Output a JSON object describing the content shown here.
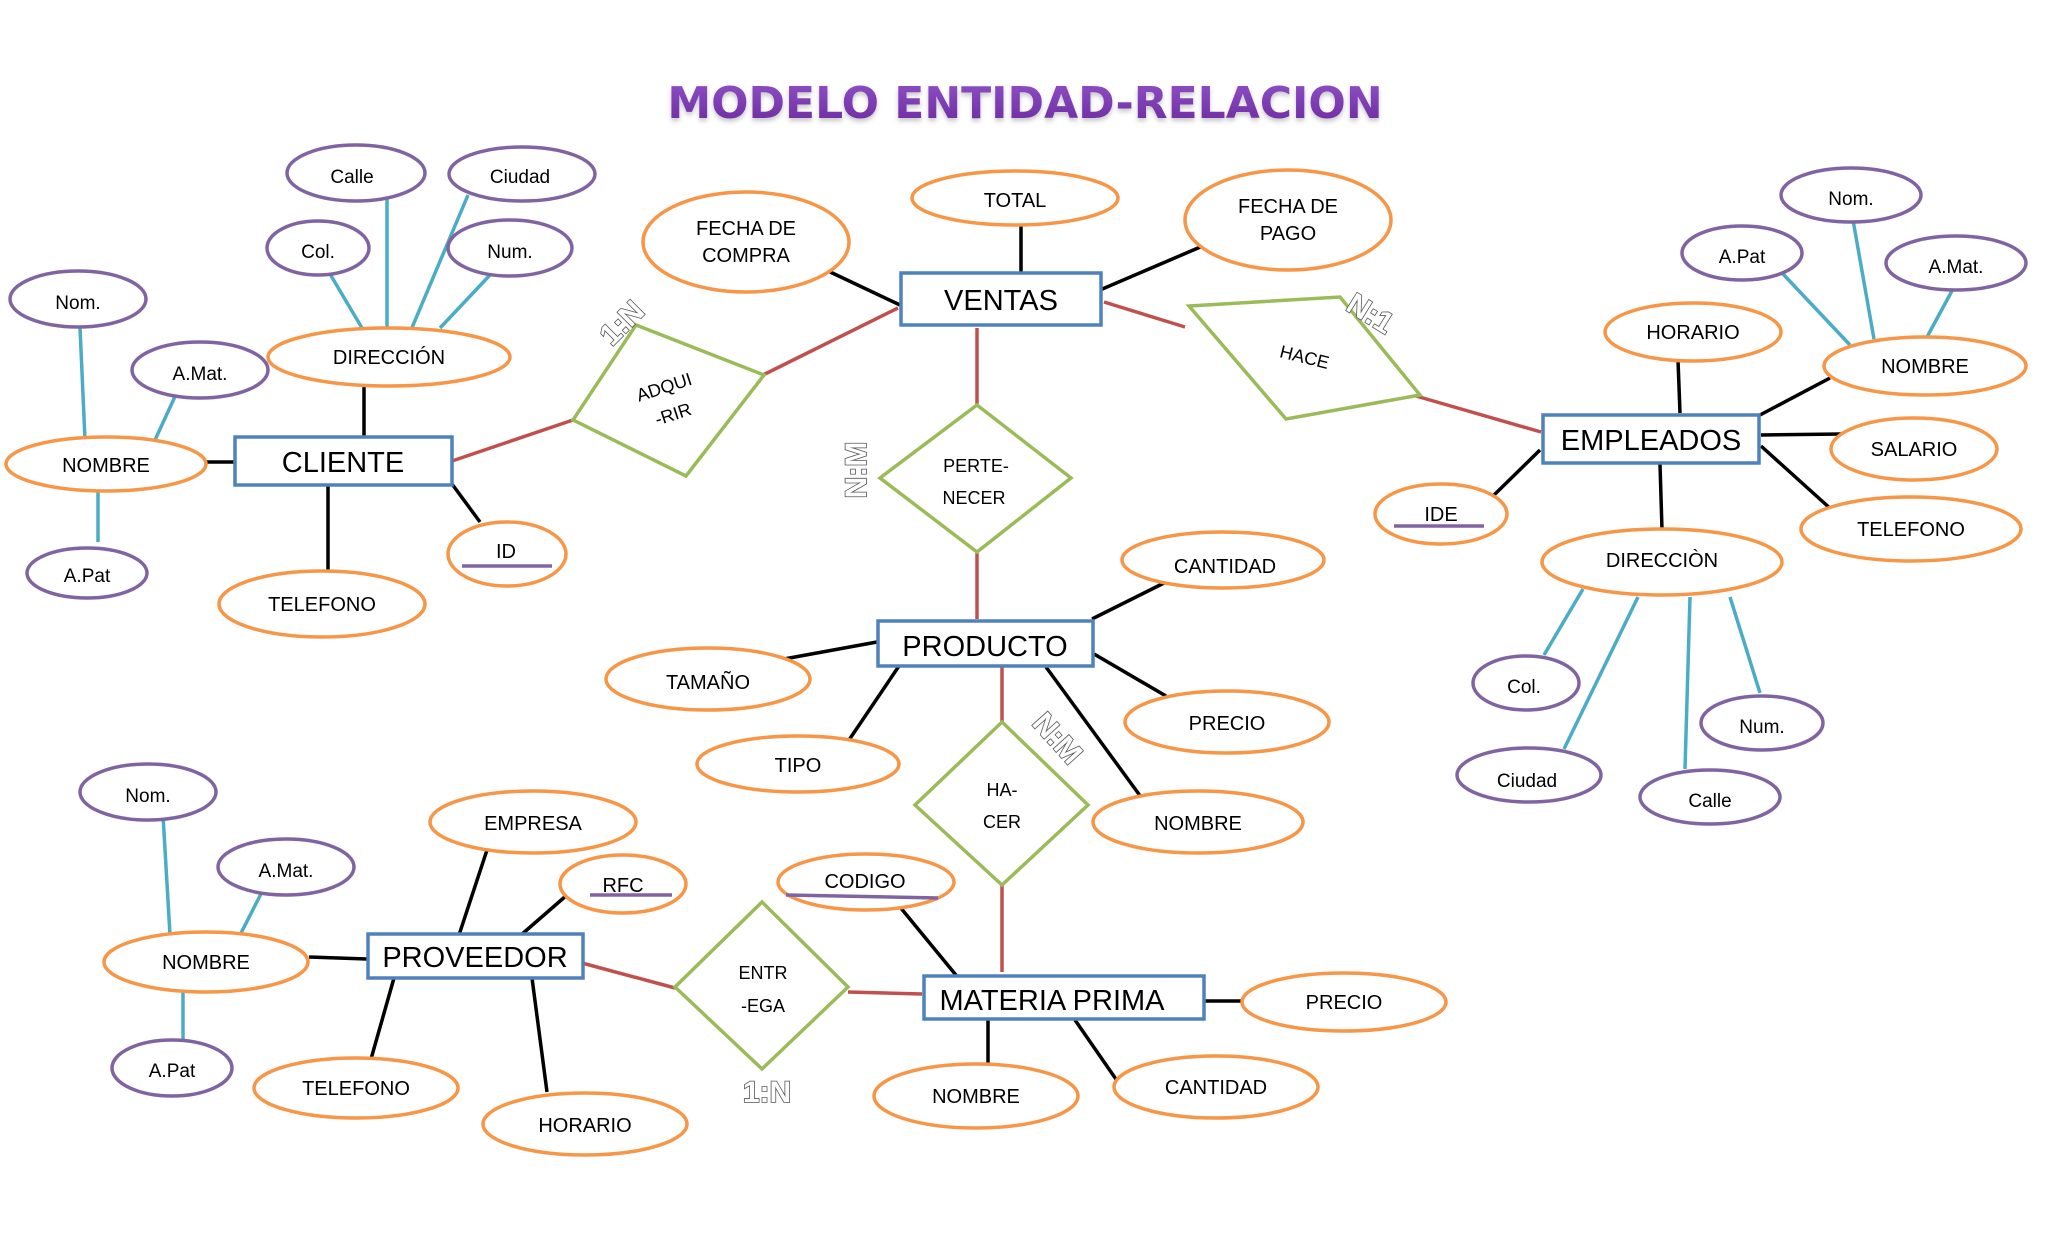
{
  "title": "MODELO ENTIDAD-RELACION",
  "colors": {
    "title": "#7030A0",
    "entity_border": "#4F81BD",
    "attribute_border": "#F79646",
    "sub_attribute_border": "#8064A2",
    "relationship_border": "#9BBB59",
    "entity_link": "#C0504D",
    "attribute_link": "#000000",
    "sub_attribute_link": "#4BACC6",
    "key_underline": "#8064A2"
  },
  "entities": {
    "ventas": "VENTAS",
    "cliente": "CLIENTE",
    "empleados": "EMPLEADOS",
    "producto": "PRODUCTO",
    "proveedor": "PROVEEDOR",
    "materia_prima": "MATERIA PRIMA"
  },
  "relationships": {
    "adquirir": [
      "ADQUI",
      "-RIR"
    ],
    "hace_empleados": [
      "HACE"
    ],
    "pertenecer": [
      "PERTE-",
      "NECER"
    ],
    "hacer": [
      "HA-",
      "CER"
    ],
    "entrega": [
      "ENTR",
      "-EGA"
    ]
  },
  "cardinalities": {
    "adquirir": "1:N",
    "hace_empleados": "N:1",
    "pertenecer": "N:M",
    "hacer": "N:M",
    "entrega": "1:N"
  },
  "attributes": {
    "ventas": {
      "fecha_compra": [
        "FECHA DE",
        "COMPRA"
      ],
      "total": "TOTAL",
      "fecha_pago": [
        "FECHA DE",
        "PAGO"
      ]
    },
    "cliente": {
      "direccion": "DIRECCIÓN",
      "nombre": "NOMBRE",
      "id": "ID",
      "telefono": "TELEFONO"
    },
    "cliente_direccion": {
      "calle": "Calle",
      "ciudad": "Ciudad",
      "col": "Col.",
      "num": "Num."
    },
    "cliente_nombre": {
      "nom": "Nom.",
      "amat": "A.Mat.",
      "apat": "A.Pat"
    },
    "empleados": {
      "horario": "HORARIO",
      "nombre": "NOMBRE",
      "salario": "SALARIO",
      "telefono": "TELEFONO",
      "ide": "IDE",
      "direccion": "DIRECCIÒN"
    },
    "empleados_nombre": {
      "nom": "Nom.",
      "apat": "A.Pat",
      "amat": "A.Mat."
    },
    "empleados_direccion": {
      "col": "Col.",
      "ciudad": "Ciudad",
      "calle": "Calle",
      "num": "Num."
    },
    "producto": {
      "cantidad": "CANTIDAD",
      "tamano": "TAMAÑO",
      "tipo": "TIPO",
      "precio": "PRECIO",
      "nombre": "NOMBRE"
    },
    "proveedor": {
      "empresa": "EMPRESA",
      "rfc": "RFC",
      "nombre": "NOMBRE",
      "telefono": "TELEFONO",
      "horario": "HORARIO"
    },
    "proveedor_nombre": {
      "nom": "Nom.",
      "amat": "A.Mat.",
      "apat": "A.Pat"
    },
    "materia_prima": {
      "codigo": "CODIGO",
      "precio": "PRECIO",
      "nombre": "NOMBRE",
      "cantidad": "CANTIDAD"
    }
  }
}
